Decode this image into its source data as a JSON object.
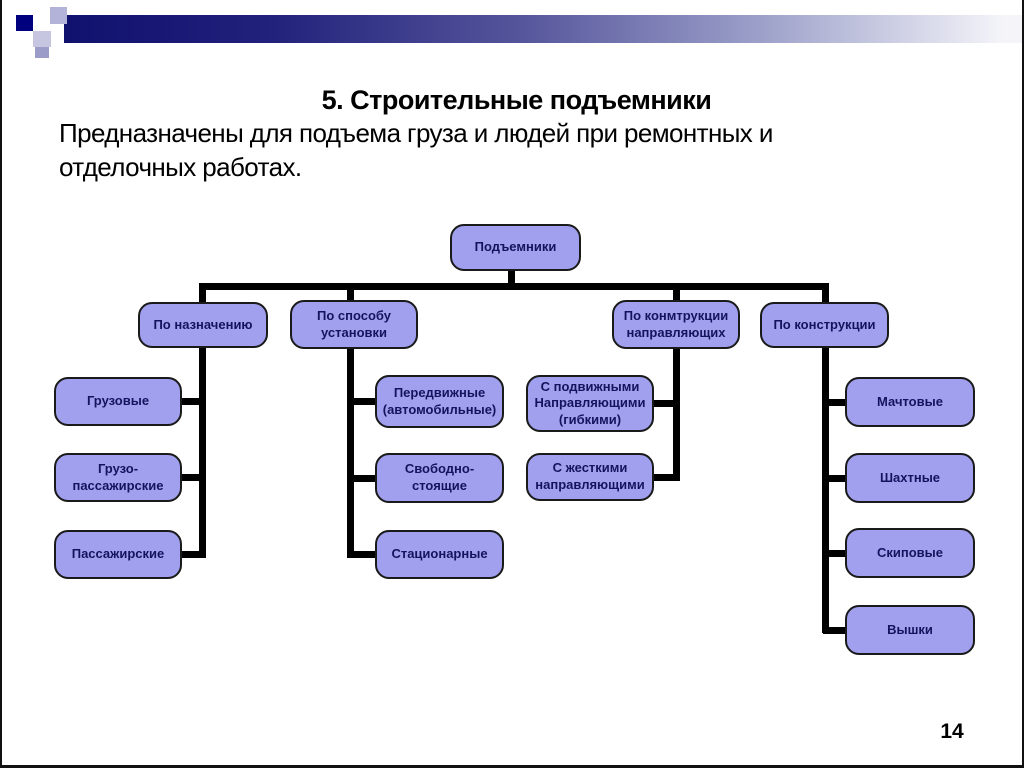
{
  "slide": {
    "title": "5. Строительные подъемники",
    "body_lines": [
      "Предназначены для подъема груза и людей при ремонтных и",
      "отделочных работах."
    ],
    "page_number": "14"
  },
  "diagram": {
    "root": {
      "label": "Подъемники"
    },
    "branches": [
      {
        "label": "По назначению",
        "children": [
          {
            "label": "Грузовые"
          },
          {
            "label": "Грузо-пассажирские"
          },
          {
            "label": "Пассажирские"
          }
        ]
      },
      {
        "label": "По способу установки",
        "children": [
          {
            "label": "Передвижные (автомобильные)"
          },
          {
            "label": "Свободно-стоящие"
          },
          {
            "label": "Стационарные"
          }
        ]
      },
      {
        "label": "По конмтрукции направляющих",
        "children": [
          {
            "label": "С подвижными Направляющими (гибкими)"
          },
          {
            "label": "С жесткими направляющими"
          }
        ]
      },
      {
        "label": "По конструкции",
        "children": [
          {
            "label": "Мачтовые"
          },
          {
            "label": "Шахтные"
          },
          {
            "label": "Скиповые"
          },
          {
            "label": "Вышки"
          }
        ]
      }
    ]
  },
  "colors": {
    "node_fill": "#a0a0ee",
    "node_border": "#1a1a1a",
    "node_text": "#14145e",
    "connector": "#000000",
    "header_gradient_start": "#10106e",
    "header_gradient_end": "#f4f4f9",
    "corner_square_navy": "#00007e",
    "corner_square_lavender": "#b3b3d9"
  }
}
